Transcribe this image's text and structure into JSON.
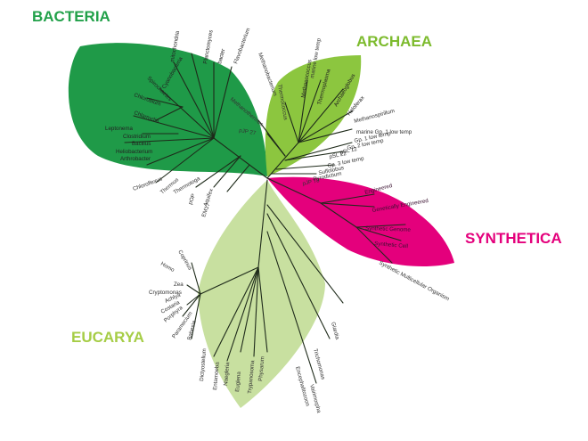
{
  "colors": {
    "bacteria": "#1f9a48",
    "archaea": "#8cc63f",
    "synthetica": "#e4007c",
    "eucarya": "#c8e0a0",
    "branch": "#1e2a1a",
    "title_bacteria": "#22a14a",
    "title_archaea": "#7dbb2e",
    "title_synthetica": "#e4007c",
    "title_eucarya": "#a6cd46"
  },
  "titles": {
    "bacteria": "BACTERIA",
    "archaea": "ARCHAEA",
    "synthetica": "SYNTHETICA",
    "eucarya": "EUCARYA"
  },
  "labels": {
    "bacteria": [
      "mitochondria",
      "Planctomyces",
      "Flavobacterium",
      "bacter",
      "Cyanobacteria",
      "Chlamydia",
      "Leptonema",
      "Clostridium",
      "Bacillus",
      "Heliobacterium",
      "Arthrobacter",
      "Chloroflexus",
      "Thermus",
      "Thermotoga",
      "pOP",
      "Aquifex",
      "EM17",
      "Chlorobium",
      "Spirochaetes"
    ],
    "archaea": [
      "marine low temp",
      "Methanococcus",
      "Thermococcus",
      "Thermoplasma",
      "Archaeoglobus",
      "Haloferax",
      "Methanospirillum",
      "marine Gp. 1 low temp",
      "Gp. 1 low temp",
      "Gp. 2 low temp",
      "pSL 12",
      "pSL 22",
      "Gp. 3 low temp",
      "Sulfolobus",
      "Pyrodictium",
      "pJP 78",
      "Methanobacterium",
      "Methanothermus",
      "pJP 27"
    ],
    "synthetica": [
      "Engineered",
      "Genetically Engineered",
      "Synthetic Genome",
      "Synthetic Cell",
      "Synthetic Multicellular Organism"
    ],
    "eucarya": [
      "Coprinus",
      "Homo",
      "Zea",
      "Cryptomonas",
      "Achlya",
      "Costaria",
      "Porphyra",
      "Paramecium",
      "Babesia",
      "Dictyostelium",
      "Entamoeba",
      "Naegleria",
      "Euglena",
      "Trypanosoma",
      "Physarum",
      "Giardia",
      "Trichomonas",
      "Encephalitozoon",
      "Vairimorpha"
    ]
  }
}
